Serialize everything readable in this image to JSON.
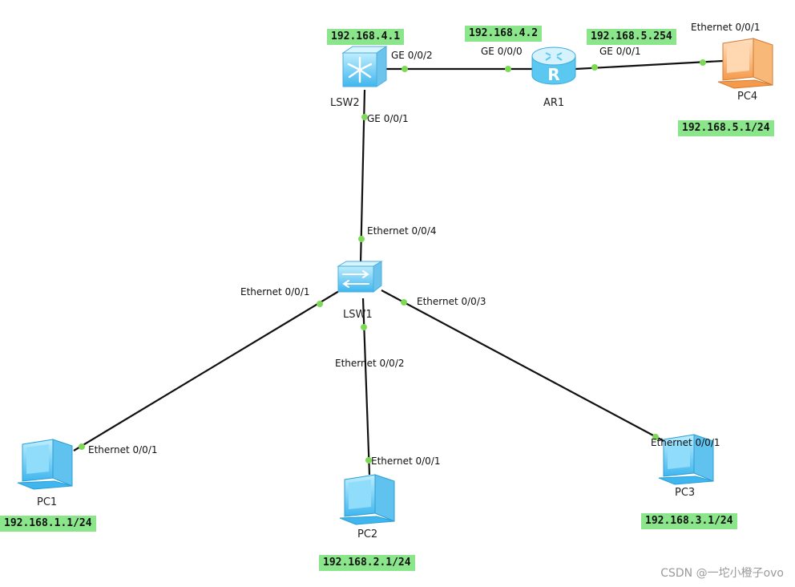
{
  "colors": {
    "link": "#111111",
    "port": "#7ed957",
    "ip_tag": "#8be58b",
    "pc_blue": "#3fb6ee",
    "pc_orange": "#f59a4a",
    "device_blue": "#5ac8f0"
  },
  "devices": {
    "lsw2": {
      "name": "LSW2",
      "icon": "layer3-switch-icon"
    },
    "ar1": {
      "name": "AR1",
      "icon": "router-icon"
    },
    "lsw1": {
      "name": "LSW1",
      "icon": "switch-icon"
    },
    "pc1": {
      "name": "PC1",
      "icon": "pc-icon"
    },
    "pc2": {
      "name": "PC2",
      "icon": "pc-icon"
    },
    "pc3": {
      "name": "PC3",
      "icon": "pc-icon"
    },
    "pc4": {
      "name": "PC4",
      "icon": "pc-icon"
    }
  },
  "ports": {
    "lsw2_ge002": "GE 0/0/2",
    "lsw2_ge001": "GE 0/0/1",
    "ar1_ge000": "GE 0/0/0",
    "ar1_ge001": "GE 0/0/1",
    "pc4_eth001": "Ethernet 0/0/1",
    "lsw1_eth004": "Ethernet 0/0/4",
    "lsw1_eth001": "Ethernet 0/0/1",
    "lsw1_eth003": "Ethernet 0/0/3",
    "lsw1_eth002": "Ethernet 0/0/2",
    "pc1_eth001": "Ethernet 0/0/1",
    "pc2_eth001": "Ethernet 0/0/1",
    "pc3_eth001": "Ethernet 0/0/1"
  },
  "ips": {
    "lsw2": "192.168.4.1",
    "ar1_ge000": "192.168.4.2",
    "ar1_ge001": "192.168.5.254",
    "pc4": "192.168.5.1/24",
    "pc1": "192.168.1.1/24",
    "pc2": "192.168.2.1/24",
    "pc3": "192.168.3.1/24"
  },
  "watermark": "CSDN @一坨小橙子ovo"
}
